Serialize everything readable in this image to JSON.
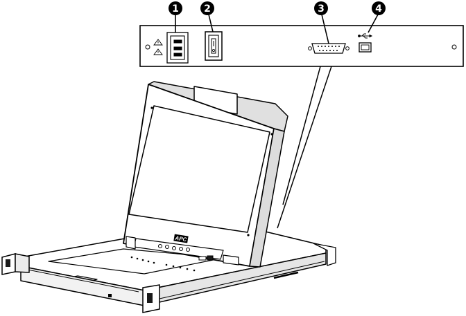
{
  "callouts": [
    {
      "num": "1",
      "label": "power-socket"
    },
    {
      "num": "2",
      "label": "power-switch"
    },
    {
      "num": "3",
      "label": "kvm-port"
    },
    {
      "num": "4",
      "label": "usb-port"
    }
  ],
  "brand_logo": "APC",
  "colors": {
    "line": "#000000",
    "fill": "#ffffff",
    "gray": "#d9d9d9",
    "dark": "#1a1a1a"
  }
}
